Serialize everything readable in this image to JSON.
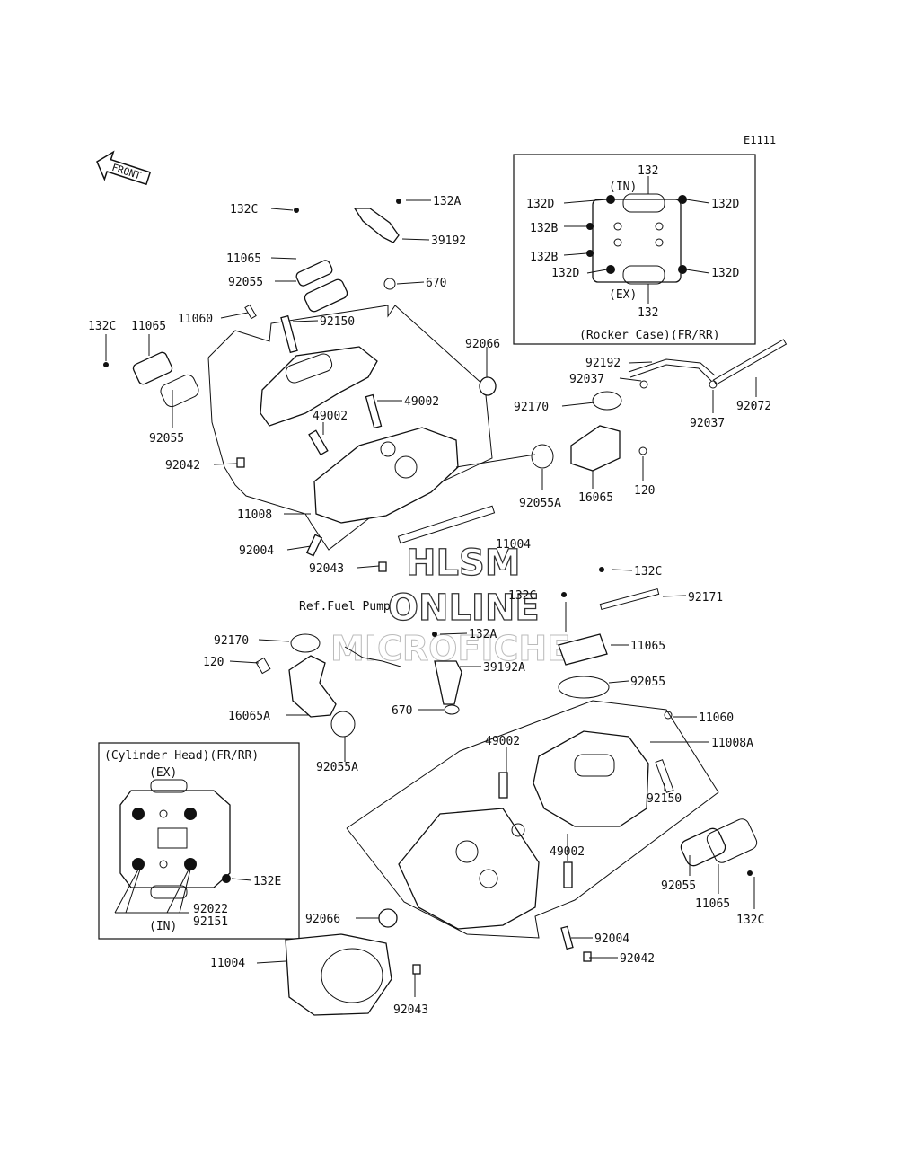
{
  "diagram_code": "E1111",
  "front_arrow": "FRONT",
  "watermark": [
    "HLSM",
    "ONLINE",
    "MICROFICHE"
  ],
  "rocker_case_box": {
    "title": "(Rocker Case)(FR/RR)",
    "labels": {
      "top": "132",
      "in": "(IN)",
      "ex": "(EX)",
      "bottom": "132",
      "d1": "132D",
      "d2": "132D",
      "d3": "132D",
      "d4": "132D",
      "b1": "132B",
      "b2": "132B"
    }
  },
  "cylinder_head_box": {
    "title": "(Cylinder Head)(FR/RR)",
    "labels": {
      "ex": "(EX)",
      "in": "(IN)",
      "e": "132E",
      "p1": "92022",
      "p2": "92151"
    }
  },
  "ref_note": "Ref.Fuel Pump",
  "part_labels": {
    "p132c_a": "132C",
    "p132a_a": "132A",
    "p39192": "39192",
    "p11065_a": "11065",
    "p92055_a": "92055",
    "p670_a": "670",
    "p132c_b": "132C",
    "p11065_b": "11065",
    "p11060_a": "11060",
    "p92150_a": "92150",
    "p92066_a": "92066",
    "p49002_a": "49002",
    "p49002_b": "49002",
    "p92055_b": "92055",
    "p92042_a": "92042",
    "p11008": "11008",
    "p92004_a": "92004",
    "p92043_a": "92043",
    "p11004_a": "11004",
    "p92192": "92192",
    "p92037_a": "92037",
    "p92170_a": "92170",
    "p92037_b": "92037",
    "p92072": "92072",
    "p120_a": "120",
    "p16065": "16065",
    "p92055a_a": "92055A",
    "p132c_c": "132C",
    "p92171": "92171",
    "p132c_d": "132C",
    "p132a_b": "132A",
    "p39192a": "39192A",
    "p11065_c": "11065",
    "p92170_b": "92170",
    "p120_b": "120",
    "p92055_c": "92055",
    "p16065a": "16065A",
    "p670_b": "670",
    "p11060_b": "11060",
    "p92055a_b": "92055A",
    "p49002_c": "49002",
    "p11008a": "11008A",
    "p92150_b": "92150",
    "p49002_d": "49002",
    "p92055_d": "92055",
    "p11065_d": "11065",
    "p132c_e": "132C",
    "p92066_b": "92066",
    "p92004_b": "92004",
    "p92042_b": "92042",
    "p11004_b": "11004",
    "p92043_b": "92043"
  }
}
